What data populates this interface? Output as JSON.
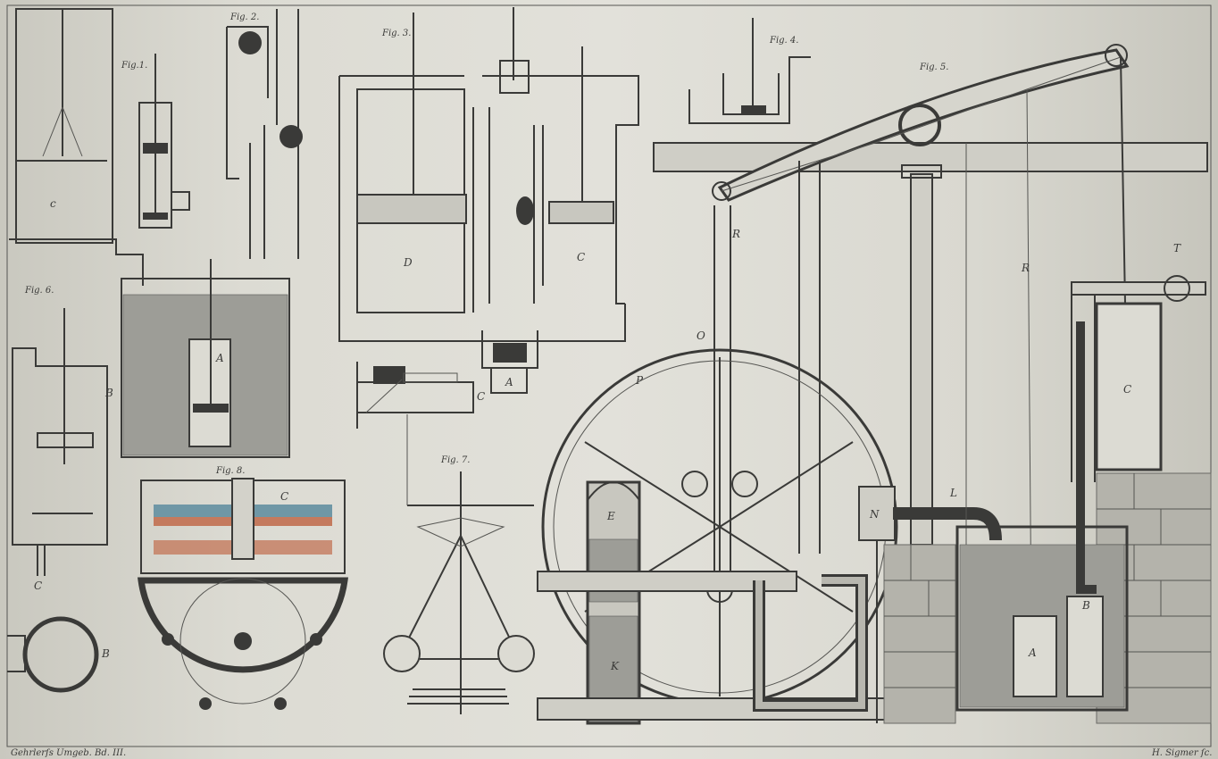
{
  "figures": {
    "fig1": "Fig.1.",
    "fig2": "Fig. 2.",
    "fig3a": "Fig. 3.",
    "fig4": "Fig. 4.",
    "fig5": "Fig. 5.",
    "fig6": "Fig. 6.",
    "fig7": "Fig. 7.",
    "fig8": "Fig. 8."
  },
  "letters": {
    "A": "A",
    "B": "B",
    "C": "C",
    "D": "D",
    "E": "E",
    "K": "K",
    "N": "N",
    "P": "P",
    "R": "R",
    "T": "T",
    "L": "L",
    "O": "O"
  },
  "footer": {
    "left": "Gehrlerſs Umgeb. Bd. III.",
    "right": "H. Sigmer ſc."
  },
  "colors": {
    "paper": "#dcdbd3",
    "ink": "#3a3a38",
    "valve_blue": "#6f97a6",
    "valve_red": "#c47a5e"
  }
}
